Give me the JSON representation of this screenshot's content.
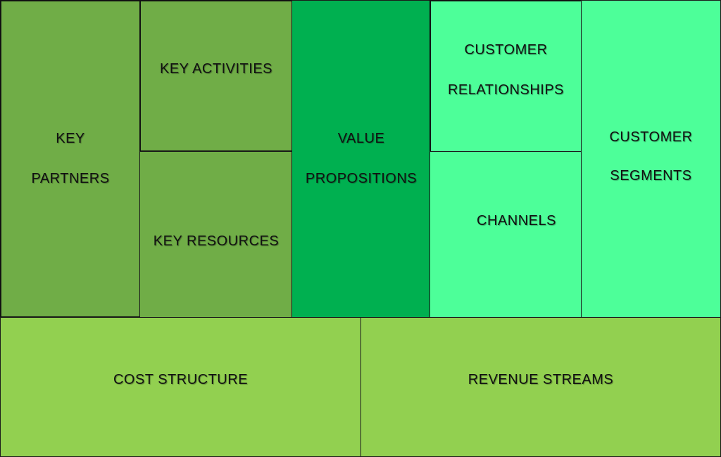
{
  "canvas": {
    "blocks": {
      "key_partners": {
        "line1": "KEY",
        "line2": "PARTNERS"
      },
      "key_activities": {
        "label": "KEY ACTIVITIES"
      },
      "key_resources": {
        "label": "KEY RESOURCES"
      },
      "value_propositions": {
        "line1": "VALUE",
        "line2": "PROPOSITIONS"
      },
      "customer_relationships": {
        "line1": "CUSTOMER",
        "line2": "RELATIONSHIPS"
      },
      "channels": {
        "label": "CHANNELS"
      },
      "customer_segments": {
        "line1": "CUSTOMER",
        "line2": "SEGMENTS"
      },
      "cost_structure": {
        "label": "COST STRUCTURE"
      },
      "revenue_streams": {
        "label": "REVENUE STREAMS"
      }
    }
  },
  "colors": {
    "dark_green": "#70AD47",
    "mid_green": "#00B050",
    "light_green": "#4DFF99",
    "lime_green": "#92D050"
  }
}
